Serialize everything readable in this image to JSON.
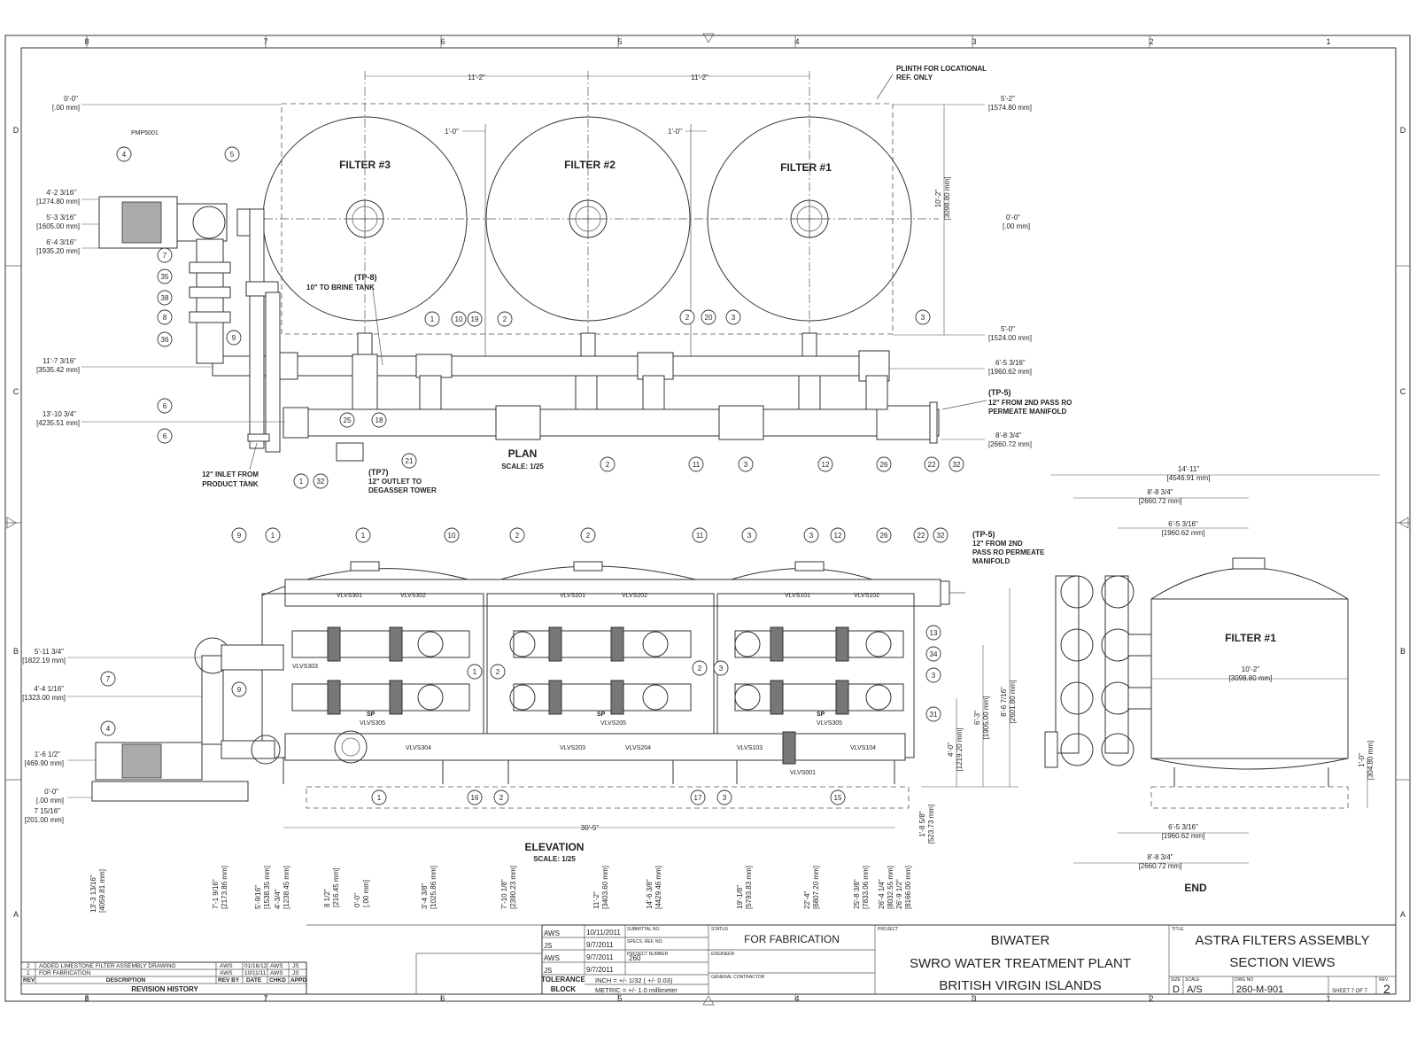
{
  "border": {
    "cols_top": [
      "8",
      "7",
      "6",
      "5",
      "4",
      "3",
      "2",
      "1"
    ],
    "rows_left": [
      "D",
      "C",
      "B",
      "A"
    ]
  },
  "plan": {
    "filters": [
      "FILTER #3",
      "FILTER #2",
      "FILTER #1"
    ],
    "title": "PLAN",
    "scale": "SCALE: 1/25",
    "plinth_note": [
      "PLINTH FOR LOCATIONAL",
      "REF. ONLY"
    ],
    "tp8": [
      "(TP-8)",
      "10\" TO BRINE TANK"
    ],
    "tp5": [
      "(TP-5)",
      "12\" FROM 2ND PASS RO",
      "PERMEATE MANIFOLD"
    ],
    "tp7": [
      "(TP7)",
      "12\" OUTLET TO",
      "DEGASSER TOWER"
    ],
    "inlet": [
      "12\" INLET FROM",
      "PRODUCT TANK"
    ],
    "pump_tag": "PMP5001",
    "dim_spacing_1": "11'-2\"",
    "dim_spacing_2": "11'-2\"",
    "dim_off_1": "1'-0\"",
    "dim_off_2": "1'-0\"",
    "left_dims": [
      [
        "0'-0\"",
        "[.00 mm]"
      ],
      [
        "4'-2 3/16\"",
        "[1274.80 mm]"
      ],
      [
        "5'-3 3/16\"",
        "[1605.00 mm]"
      ],
      [
        "6'-4 3/16\"",
        "[1935.20 mm]"
      ],
      [
        "11'-7 3/16\"",
        "[3535.42 mm]"
      ],
      [
        "13'-10 3/4\"",
        "[4235.51 mm]"
      ]
    ],
    "right_dims": [
      [
        "5'-2\"",
        "[1574.80 mm]"
      ],
      [
        "0'-0\"",
        "[.00 mm]"
      ],
      [
        "5'-0\"",
        "[1524.00 mm]"
      ],
      [
        "6'-5 3/16\"",
        "[1960.62 mm]"
      ],
      [
        "8'-8 3/4\"",
        "[2660.72 mm]"
      ]
    ],
    "vert_dim": [
      "10'-2\"",
      "[3098.80 mm]"
    ],
    "balloons": [
      "4",
      "5",
      "7",
      "35",
      "38",
      "8",
      "36",
      "9",
      "6",
      "6",
      "1",
      "32",
      "25",
      "18",
      "21",
      "1",
      "10",
      "19",
      "2",
      "2",
      "20",
      "3",
      "3",
      "2",
      "11",
      "3",
      "12",
      "26",
      "22",
      "32"
    ]
  },
  "elevation": {
    "title": "ELEVATION",
    "scale": "SCALE: 1/25",
    "tp5": [
      "(TP-5)",
      "12\" FROM 2ND",
      "PASS RO PERMEATE",
      "MANIFOLD"
    ],
    "valves": [
      "VLVS301",
      "VLVS302",
      "VLVS303",
      "VLVS305",
      "VLVS304",
      "VLVS201",
      "VLVS202",
      "VLVS205",
      "VLVS203",
      "VLVS204",
      "VLVS101",
      "VLVS102",
      "VLVS103",
      "VLVS104",
      "VLVS305",
      "VLVS001"
    ],
    "sp_labels": [
      "SP",
      "SP",
      "SP"
    ],
    "left_dims": [
      [
        "5'-11 3/4\"",
        "[1822.19 mm]"
      ],
      [
        "4'-4 1/16\"",
        "[1323.00 mm]"
      ],
      [
        "1'-6 1/2\"",
        "[469.90 mm]"
      ],
      [
        "0'-0\"",
        "[.00 mm]"
      ],
      [
        "7 15/16\"",
        "[201.00 mm]"
      ]
    ],
    "right_dims": [
      [
        "8'-6 7/16\"",
        "[2601.80 mm]"
      ],
      [
        "6'-3\"",
        "[1905.00 mm]"
      ],
      [
        "4'-0\"",
        "[1219.20 mm]"
      ],
      [
        "1'-8 5/8\"",
        "[523.73 mm]"
      ]
    ],
    "overall": "30'-5\"",
    "bottom_dims": [
      [
        "13'-3 13/16\"",
        "[4059.81 mm]"
      ],
      [
        "7'-1 9/16\"",
        "[2173.86 mm]"
      ],
      [
        "5'-9/16\"",
        "[1538.35 mm]"
      ],
      [
        "4'-3/4\"",
        "[1238.45 mm]"
      ],
      [
        "8 1/2\"",
        "[216.45 mm]"
      ],
      [
        "0'-0\"",
        "[.00 mm]"
      ],
      [
        "3'-4 3/8\"",
        "[1025.86 mm]"
      ],
      [
        "7'-10 1/8\"",
        "[2390.23 mm]"
      ],
      [
        "11'-2\"",
        "[3403.60 mm]"
      ],
      [
        "14'-6 3/8\"",
        "[4429.46 mm]"
      ],
      [
        "19'-1/8\"",
        "[5793.83 mm]"
      ],
      [
        "22'-4\"",
        "[6807.20 mm]"
      ],
      [
        "25'-8 3/8\"",
        "[7833.06 mm]"
      ],
      [
        "26'-4 1/4\"",
        "[8032.55 mm]"
      ],
      [
        "26'-9 1/2\"",
        "[8166.00 mm]"
      ]
    ],
    "balloons_top": [
      "9",
      "1",
      "1",
      "10",
      "2",
      "2",
      "11",
      "3",
      "3",
      "12",
      "26",
      "22",
      "32"
    ],
    "balloons_side": [
      "7",
      "9",
      "4",
      "1",
      "2",
      "2",
      "3",
      "13",
      "34",
      "3",
      "31"
    ],
    "balloons_bottom": [
      "1",
      "16",
      "2",
      "17",
      "3",
      "15"
    ]
  },
  "end_view": {
    "title": "END",
    "filter": "FILTER #1",
    "diameter": [
      "10'-2\"",
      "[3098.80 mm]"
    ],
    "top_dims": [
      [
        "14'-11\"",
        "[4546.91 mm]"
      ],
      [
        "8'-8 3/4\"",
        "[2660.72 mm]"
      ],
      [
        "6'-5 3/16\"",
        "[1960.62 mm]"
      ]
    ],
    "bottom_dims": [
      [
        "6'-5 3/16\"",
        "[1960.62 mm]"
      ],
      [
        "8'-8 3/4\"",
        "[2660.72 mm]"
      ]
    ],
    "height": [
      "1'-0\"",
      "[304.80 mm]"
    ]
  },
  "revision": {
    "rows": [
      [
        "2",
        "ADDED LIMESTONE FILTER ASSEMBLY DRAWING",
        "AWS",
        "01/16/12",
        "AWS",
        "JS"
      ],
      [
        "1",
        "FOR FABRICATION",
        "AWS",
        "10/11/11",
        "AWS",
        "JS"
      ]
    ],
    "headers": [
      "REV",
      "DESCRIPTION",
      "REV BY",
      "DATE",
      "CHKD",
      "APPD"
    ],
    "title": "REVISION HISTORY"
  },
  "title_block": {
    "signers": [
      "AWS",
      "JS",
      "AWS",
      "JS"
    ],
    "dates": [
      "10/11/2011",
      "9/7/2011",
      "9/7/2011",
      "9/7/2011"
    ],
    "submittal_labels": [
      "SUBMITTAL NO.",
      "SPECS. REF. NO.",
      "PROJECT NUMBER"
    ],
    "project_number": "260",
    "tolerance": [
      "TOLERANCE",
      "BLOCK"
    ],
    "inch_tol": "INCH = +/- 1/32 ( +/- 0.03)",
    "metric_tol": "METRIC = +/- 1.0 millimeter",
    "status_label": "STATUS",
    "status": "FOR FABRICATION",
    "engineer_label": "ENGINEER",
    "gc_label": "GENERAL CONTRACTOR",
    "project_label": "PROJECT",
    "project_lines": [
      "BIWATER",
      "SWRO WATER TREATMENT PLANT",
      "BRITISH VIRGIN ISLANDS"
    ],
    "title_label": "TITLE",
    "title_lines": [
      "ASTRA FILTERS ASSEMBLY",
      "SECTION VIEWS"
    ],
    "size_label": "SIZE",
    "size": "D",
    "scale_label": "SCALE",
    "scale": "A/S",
    "dwg_label": "DWG NO",
    "dwg_no": "260-M-901",
    "sheet": "SHEET 7 OF 7",
    "rev_label": "REV",
    "rev": "2"
  }
}
